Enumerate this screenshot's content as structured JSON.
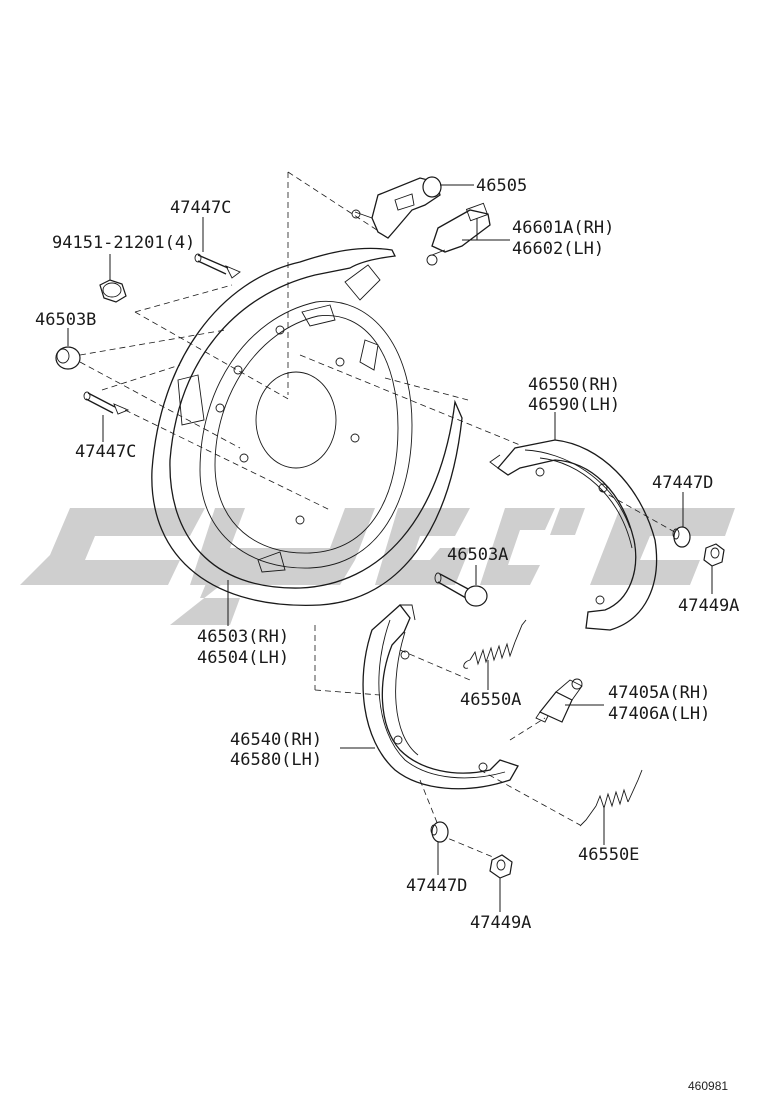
{
  "labels": {
    "p46505": "46505",
    "p46601a": "46601A(RH)",
    "p46602": "46602(LH)",
    "p47447c_top": "47447C",
    "p94151": "94151-21201(4)",
    "p46503b": "46503B",
    "p47447c_bottom": "47447C",
    "p46550": "46550(RH)",
    "p46590": "46590(LH)",
    "p47447d_right": "47447D",
    "p46503a": "46503A",
    "p47449a_right": "47449A",
    "p46503": "46503(RH)",
    "p46504": "46504(LH)",
    "p46550a": "46550A",
    "p47405a": "47405A(RH)",
    "p47406a": "47406A(LH)",
    "p46540": "46540(RH)",
    "p46580": "46580(LH)",
    "p46550e": "46550E",
    "p47447d_bottom": "47447D",
    "p47449a_bottom": "47449A"
  },
  "diagram_id": "460981",
  "colors": {
    "line": "#1a1a1a",
    "watermark": "#cfcfcf",
    "background": "#ffffff"
  }
}
